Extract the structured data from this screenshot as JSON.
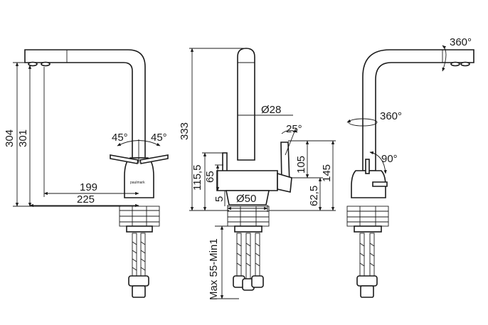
{
  "brand": {
    "logo_text": "paulmark"
  },
  "left_view": {
    "dimensions": {
      "total_height": "304",
      "spout_height": "301",
      "reach_to_aerator": "199",
      "total_reach": "225"
    },
    "lever_angles": {
      "left": "45°",
      "right": "45°"
    }
  },
  "front_view": {
    "dimensions": {
      "overall_height": "333",
      "spout_diameter": "Ø28",
      "filter_lever_angle": "25°",
      "left_outlet_height": "115,5",
      "left_lever_height": "65",
      "base_thickness": "5",
      "base_diameter": "Ø50",
      "right_lever_height": "105",
      "right_outlet_height": "62,5",
      "right_total_height": "145",
      "mounting_thickness": "Max 55-Min1"
    }
  },
  "right_view": {
    "rotation": {
      "spout_head": "360°",
      "spout_body": "360°",
      "lever": "90°"
    }
  }
}
